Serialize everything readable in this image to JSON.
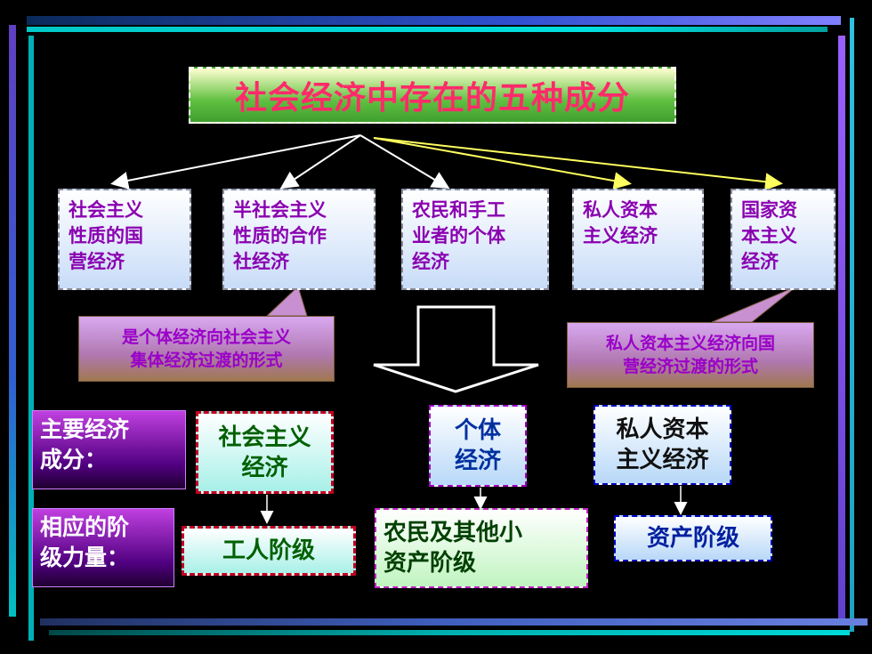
{
  "title": "社会经济中存在的五种成分",
  "categories": [
    {
      "line1": "社会主义",
      "line2": "性质的国",
      "line3": "营经济"
    },
    {
      "line1": "半社会主义",
      "line2": "性质的合作",
      "line3": "社经济"
    },
    {
      "line1": "农民和手工",
      "line2": "业者的个体",
      "line3": "经济"
    },
    {
      "line1": "私人资本",
      "line2": "主义经济",
      "line3": ""
    },
    {
      "line1": "国家资",
      "line2": "本主义",
      "line3": "经济"
    }
  ],
  "notes": {
    "left": {
      "line1": "是个体经济向社会主义",
      "line2": "集体经济过渡的形式"
    },
    "right": {
      "line1": "私人资本主义经济向国",
      "line2": "营经济过渡的形式"
    }
  },
  "side_labels": {
    "main": {
      "line1": "主要经济",
      "line2": "成分："
    },
    "class": {
      "line1": "相应的阶",
      "line2": "级力量："
    }
  },
  "components": {
    "socialist": {
      "line1": "社会主义",
      "line2": "经济"
    },
    "individual": {
      "line1": "个体",
      "line2": "经济"
    },
    "private": {
      "line1": "私人资本",
      "line2": "主义经济"
    }
  },
  "classes": {
    "workers": "工人阶级",
    "peasants": {
      "line1": "农民及其他小",
      "line2": "资产阶级"
    },
    "bourgeois": "资产阶级"
  },
  "colors": {
    "title_text": "#ff2a6a",
    "category_text": "#8a00b0",
    "green_text": "#006000",
    "blue_text": "#0020a0"
  }
}
